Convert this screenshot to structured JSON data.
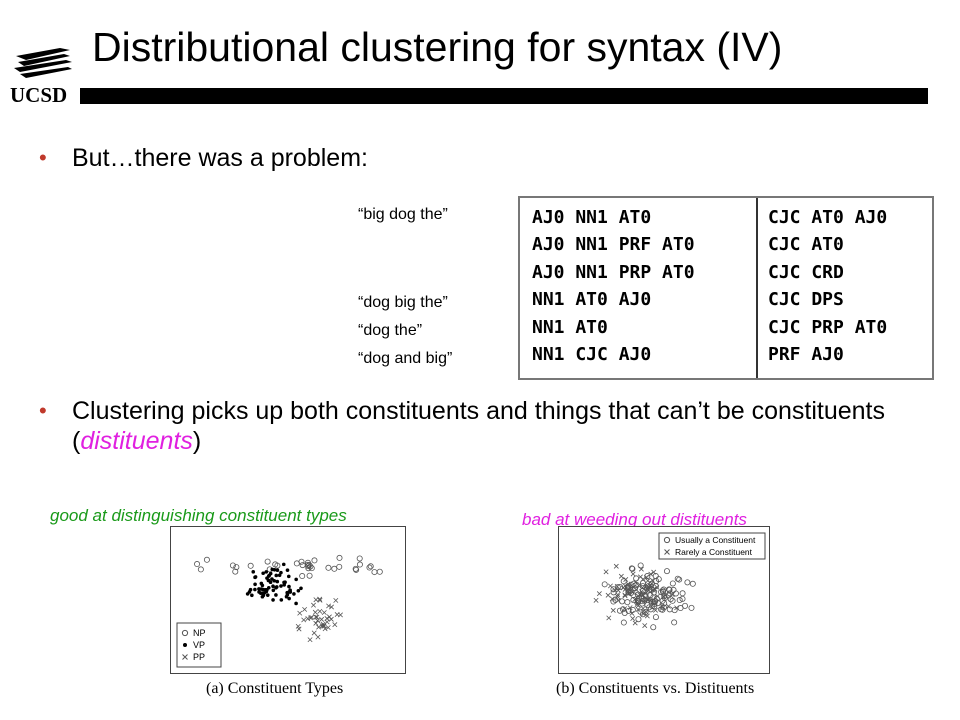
{
  "title": "Distributional clustering for syntax (IV)",
  "logo_text": "UCSD",
  "bullets": [
    {
      "text": "But…there was a problem:"
    },
    {
      "text_pre": "Clustering picks up both constituents and things that can’t be constituents (",
      "emph": "distituents",
      "text_post": ")"
    }
  ],
  "quotes": [
    "“big dog the”",
    "“dog big the”",
    "“dog the”",
    "“dog and big”"
  ],
  "tag_table": {
    "left": [
      "AJ0 NN1 AT0",
      "AJ0 NN1 PRF AT0",
      "AJ0 NN1 PRP AT0",
      "NN1 AT0 AJ0",
      "NN1 AT0",
      "NN1 CJC AJ0"
    ],
    "right": [
      "CJC AT0 AJ0",
      "CJC AT0",
      "CJC CRD",
      "CJC DPS",
      "CJC PRP AT0",
      "PRF AJ0"
    ]
  },
  "captions": {
    "left": "good at distinguishing constituent types",
    "right": "bad at weeding out distituents"
  },
  "colors": {
    "green": "#1a9a1a",
    "magenta": "#e020e0",
    "bullet": "#c0392b"
  },
  "plots": [
    {
      "caption": "(a) Constituent Types",
      "legend": [
        {
          "label": "NP",
          "marker": "circle"
        },
        {
          "label": "VP",
          "marker": "dot"
        },
        {
          "label": "PP",
          "marker": "x"
        }
      ]
    },
    {
      "caption": "(b) Constituents vs. Distituents",
      "legend": [
        {
          "label": "Usually a Constituent",
          "marker": "circle"
        },
        {
          "label": "Rarely a Constituent",
          "marker": "x"
        }
      ]
    }
  ]
}
